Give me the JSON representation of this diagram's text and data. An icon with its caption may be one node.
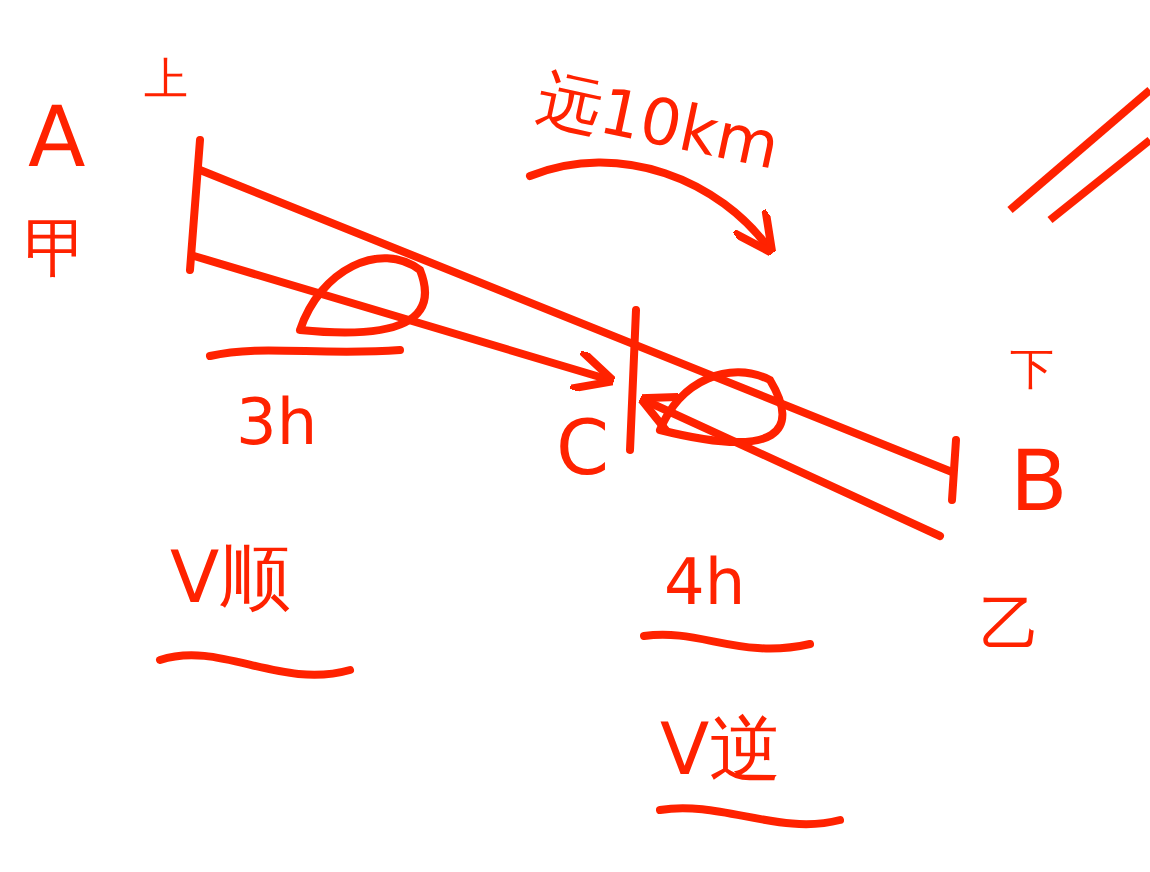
{
  "diagram": {
    "nodes": [
      {
        "text": [
          "A"
        ],
        "beside": [
          "上",
          "甲"
        ]
      },
      {
        "text": [
          "C"
        ]
      },
      {
        "text": [
          "B"
        ],
        "beside": [
          "下",
          "乙"
        ]
      }
    ],
    "edges": [
      {
        "from": 0,
        "to": 2,
        "arrow": "none"
      },
      {
        "from": 0,
        "to": 1,
        "arrow": "to"
      },
      {
        "from": 2,
        "to": 1,
        "arrow": "to"
      }
    ],
    "labels": [
      "远10km",
      "3h",
      "V顺",
      "4h",
      "V逆"
    ]
  }
}
